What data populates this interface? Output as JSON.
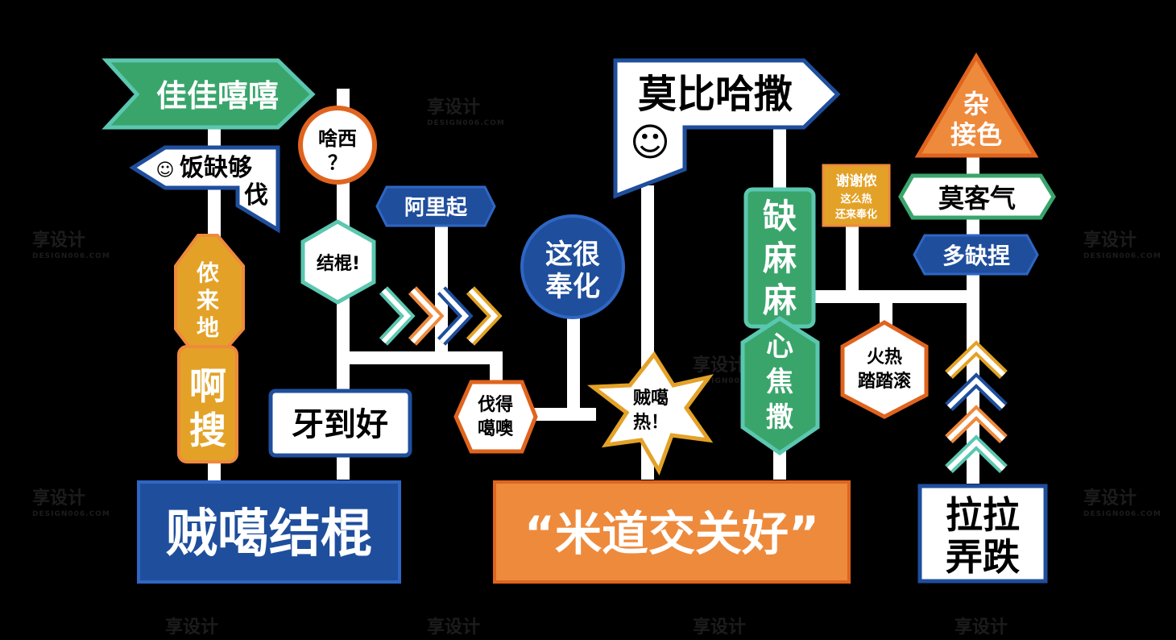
{
  "colors": {
    "background": "#000000",
    "pole": "#ffffff",
    "green": "#3aa56b",
    "teal_border": "#5bc7b0",
    "blue": "#1f4e9c",
    "orange": "#ee8a3c",
    "orange_border": "#e0641e",
    "mustard": "#e3a227",
    "white": "#ffffff",
    "dark_text": "#000000"
  },
  "signs": {
    "jiajia": "佳佳嘻嘻",
    "fanque_line1": "饭缺够",
    "fanque_line2": "伐",
    "smiley_small": "☺",
    "nonglaidi": [
      "侬",
      "来",
      "地"
    ],
    "asou": [
      "啊",
      "搜"
    ],
    "shaxi_line1": "啥西",
    "shaxi_line2": "？",
    "jiegun_small": "结棍!",
    "yadaohao": "牙到好",
    "zeigejiegun": "贼噶结棍",
    "aliqi": "阿里起",
    "fadexiaoao_line1": "伐得",
    "fadexiaoao_line2": "噶噢",
    "zhehen_line1": "这很",
    "zhehen_line2": "奉化",
    "mobihasa": "莫比哈撒",
    "smiley_big": "☺",
    "zeige_re_line1": "贼噶",
    "zeige_re_line2": "热！",
    "midao": "“米道交关好”",
    "quemama": [
      "缺",
      "麻",
      "麻"
    ],
    "xinjiaosa": [
      "心",
      "焦",
      "撒"
    ],
    "xiexie_line1": "谢谢侬",
    "xiexie_line2": "这么热",
    "xiexie_line3": "还来奉化",
    "huore_line1": "火热",
    "huore_line2": "踏踏滚",
    "zajiese_line1": "杂",
    "zajiese_line2": "接色",
    "mokeqi": "莫客气",
    "duoqueniu": "多缺捏",
    "lala_line1": "拉拉",
    "lala_line2": "弄跌"
  },
  "watermark": {
    "text": "享设计",
    "sub": "DESIGN006.COM"
  }
}
